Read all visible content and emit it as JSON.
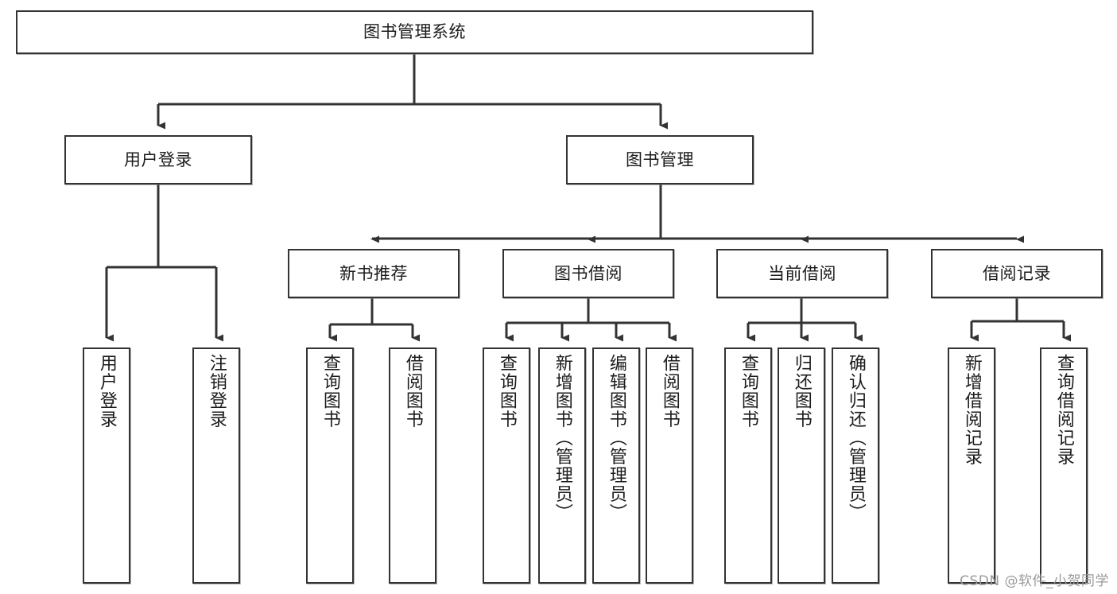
{
  "diagram": {
    "title": "图书管理系统",
    "type": "tree-hierarchy",
    "root": {
      "label": "图书管理系统"
    },
    "level2": [
      {
        "label": "用户登录"
      },
      {
        "label": "图书管理"
      }
    ],
    "level3": [
      {
        "label": "新书推荐"
      },
      {
        "label": "图书借阅"
      },
      {
        "label": "当前借阅"
      },
      {
        "label": "借阅记录"
      }
    ],
    "leaves": {
      "user_login": [
        {
          "label": "用户登录"
        },
        {
          "label": "注销登录"
        }
      ],
      "new_book_recommend": [
        {
          "label": "查询图书"
        },
        {
          "label": "借阅图书"
        }
      ],
      "book_borrow": [
        {
          "label": "查询图书"
        },
        {
          "label": "新增图书（管理员）"
        },
        {
          "label": "编辑图书（管理员）"
        },
        {
          "label": "借阅图书"
        }
      ],
      "current_borrow": [
        {
          "label": "查询图书"
        },
        {
          "label": "归还图书"
        },
        {
          "label": "确认归还（管理员）"
        }
      ],
      "borrow_record": [
        {
          "label": "新增借阅记录"
        },
        {
          "label": "查询借阅记录"
        }
      ]
    }
  },
  "watermark": {
    "text": "CSDN @软件_小贺同学"
  },
  "colors": {
    "border": "#333333",
    "background": "#ffffff",
    "text": "#1c1c1c",
    "watermark": "#9a9a9a"
  }
}
